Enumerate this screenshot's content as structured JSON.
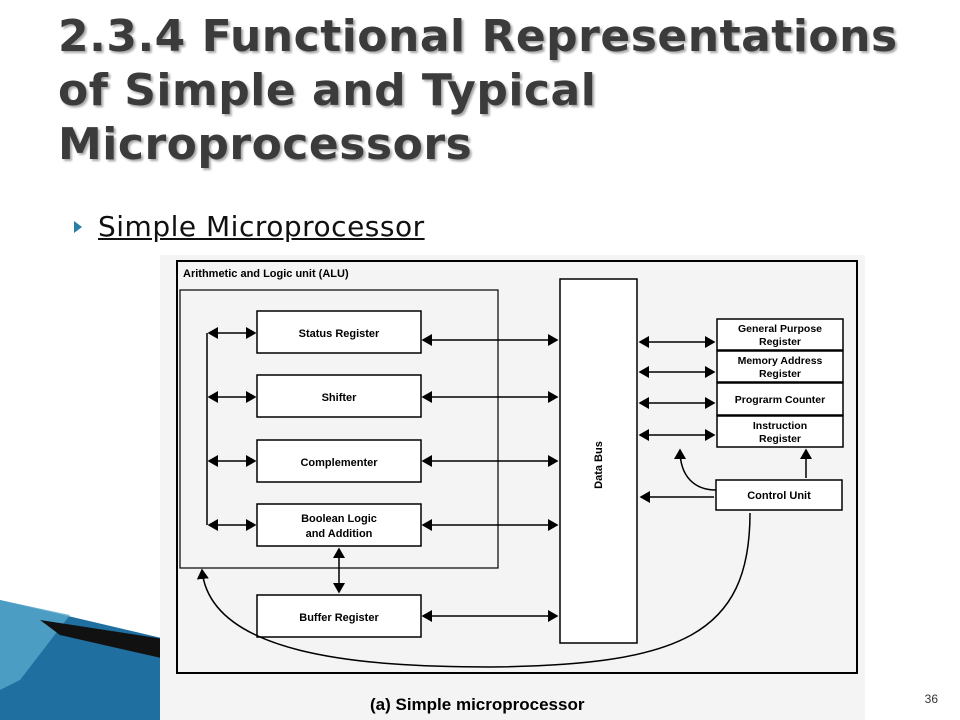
{
  "slide": {
    "title": "2.3.4 Functional Representations of Simple and Typical Microprocessors",
    "bullet": "Simple Microprocessor",
    "page_number": "36",
    "accent_color": "#1f6fa0"
  },
  "diagram": {
    "alu_label": "Arithmetic and Logic unit (ALU)",
    "status_register": "Status Register",
    "shifter": "Shifter",
    "complementer": "Complementer",
    "boolean_line1": "Boolean Logic",
    "boolean_line2": "and Addition",
    "buffer_register": "Buffer Register",
    "data_bus": "Data Bus",
    "gpr_line1": "General Purpose",
    "gpr_line2": "Register",
    "mar_line1": "Memory Address",
    "mar_line2": "Register",
    "program_counter": "Prograrm Counter",
    "ir_line1": "Instruction",
    "ir_line2": "Register",
    "control_unit": "Control Unit",
    "caption": "(a) Simple microprocessor"
  }
}
